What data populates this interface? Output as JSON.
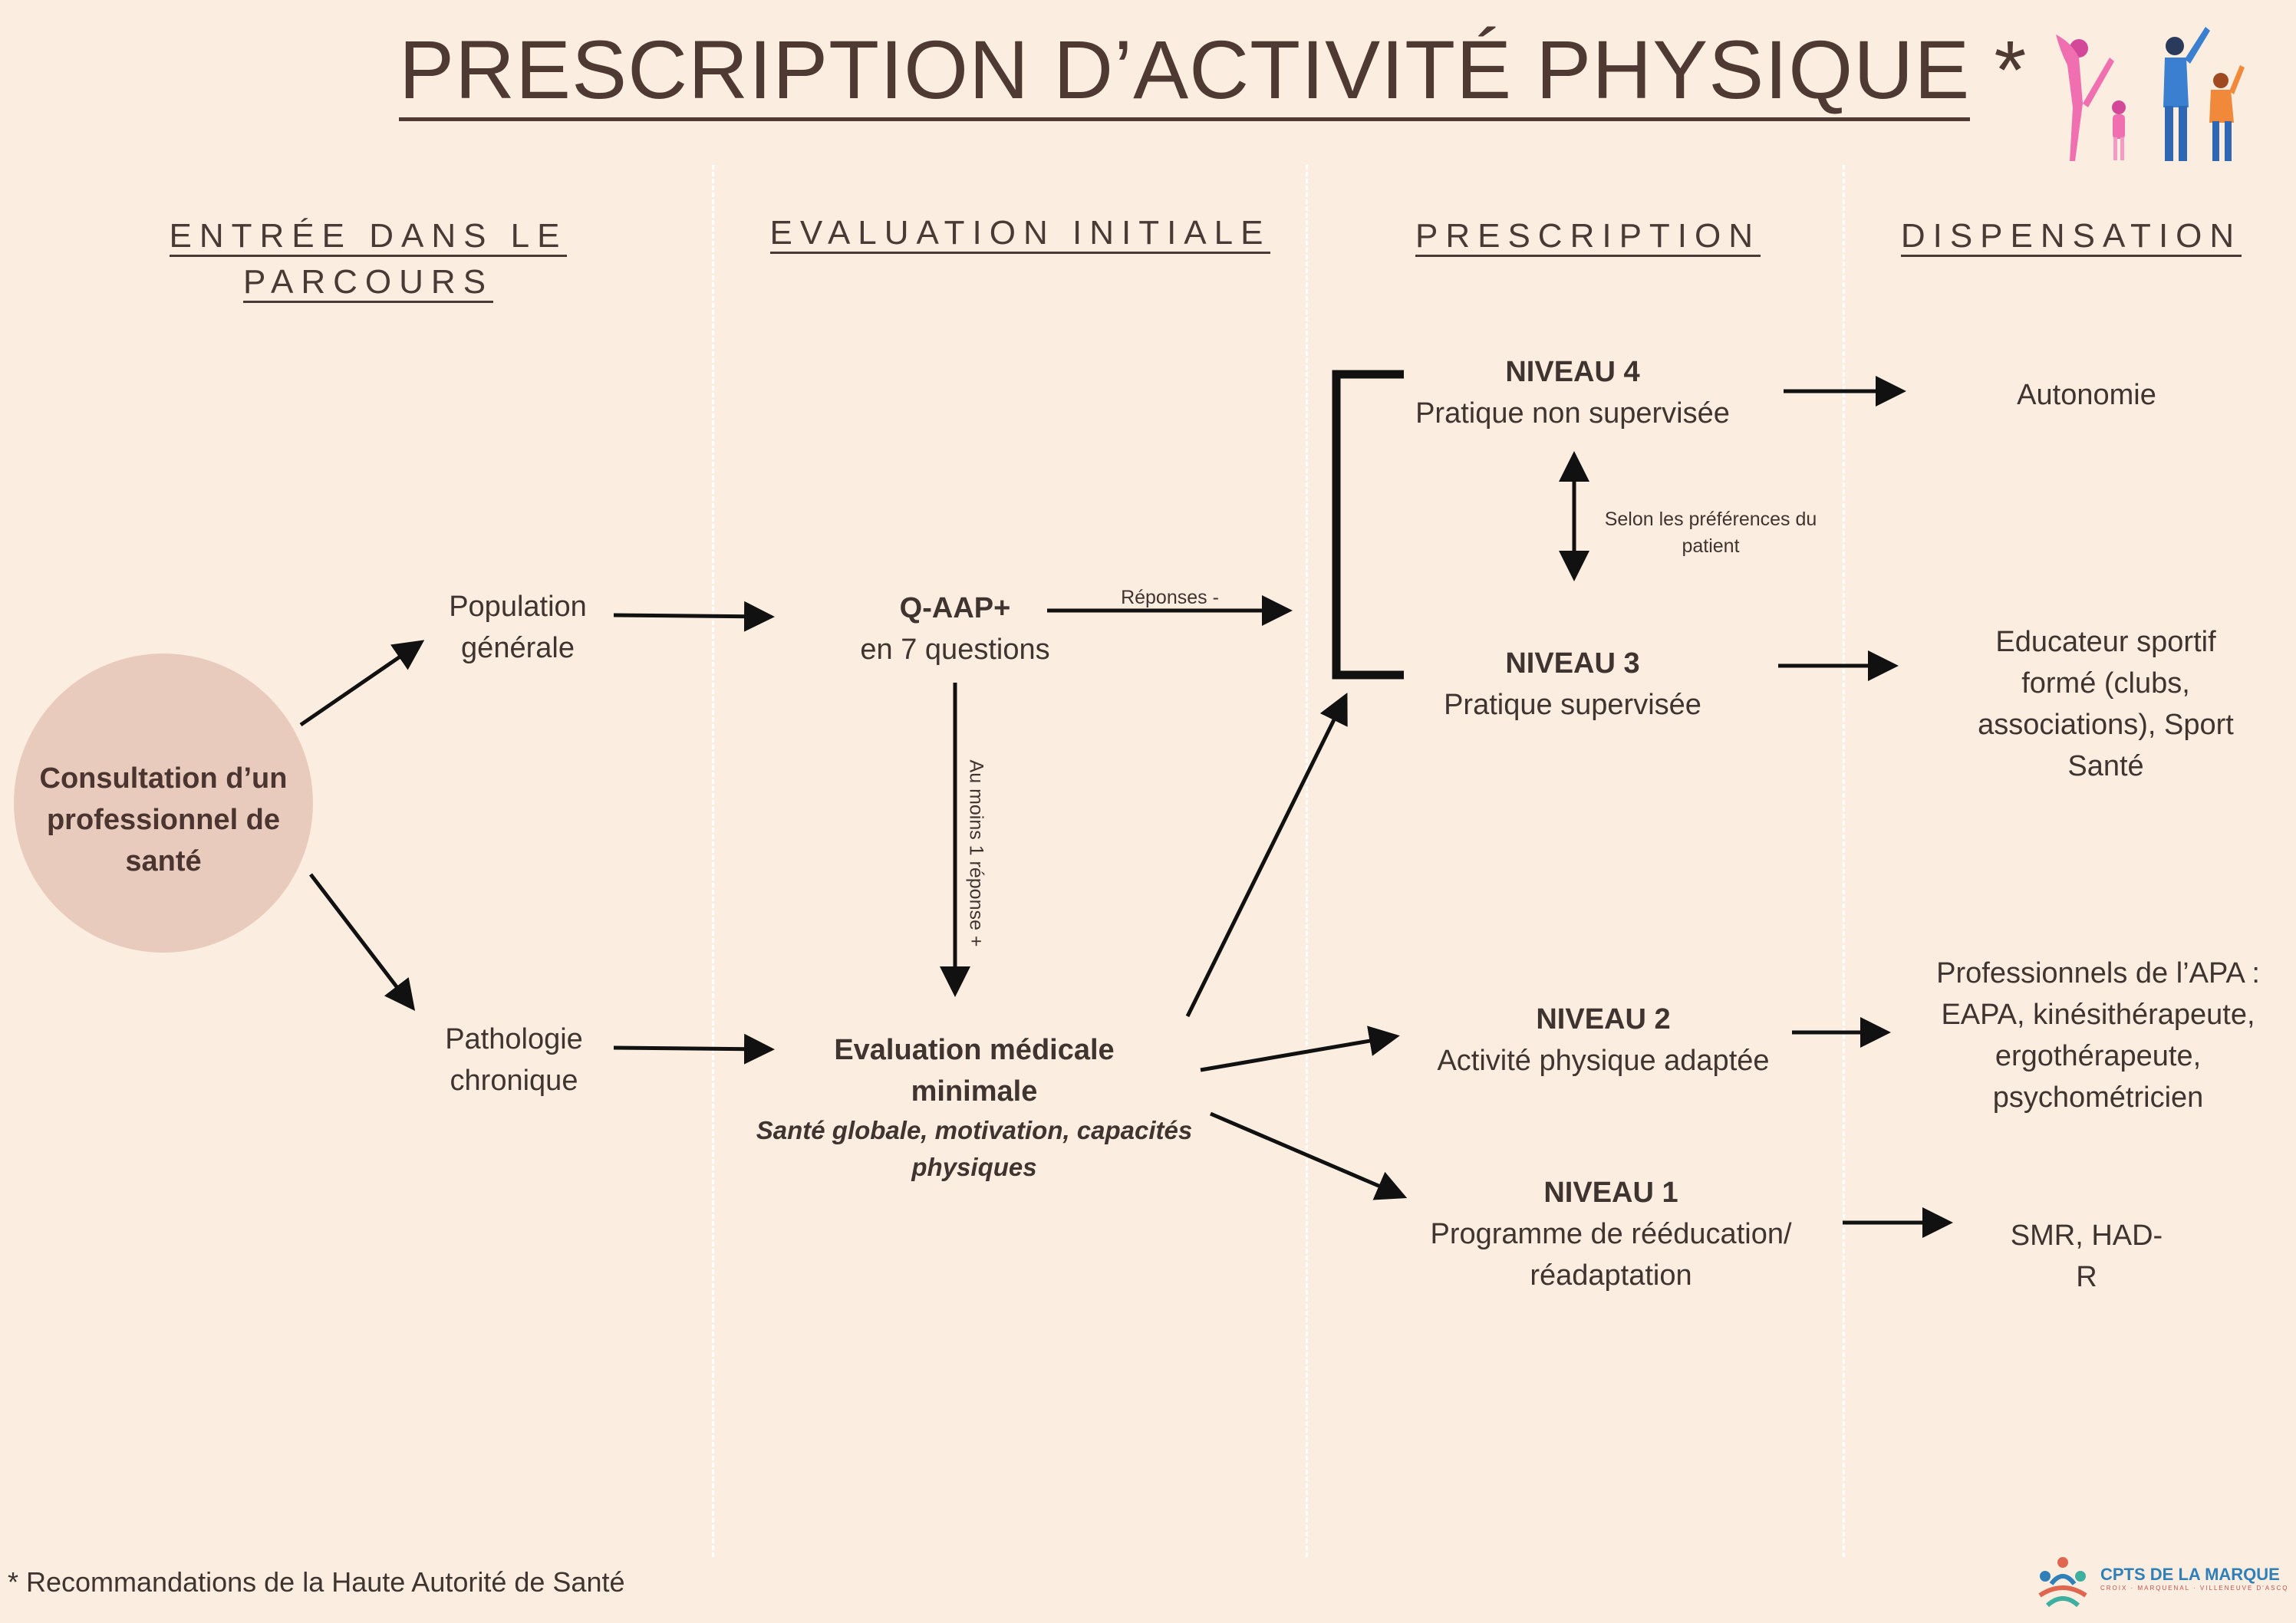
{
  "title": {
    "main": "PRESCRIPTION D’ACTIVITÉ PHYSIQUE",
    "star": "*"
  },
  "columns": {
    "entry_line1": "ENTRÉE DANS LE",
    "entry_line2": "PARCOURS",
    "evaluation": "EVALUATION INITIALE",
    "prescription": "PRESCRIPTION",
    "dispensation": "DISPENSATION"
  },
  "nodes": {
    "consultation": "Consultation d’un professionnel de santé",
    "population_l1": "Population",
    "population_l2": "générale",
    "pathologie_l1": "Pathologie",
    "pathologie_l2": "chronique",
    "qaap_title": "Q-AAP+",
    "qaap_sub": "en 7 questions",
    "eval_l1": "Evaluation médicale",
    "eval_l2": "minimale",
    "eval_sub_l1": "Santé globale, motivation, capacités",
    "eval_sub_l2": "physiques",
    "niveau4_title": "NIVEAU 4",
    "niveau4_sub": "Pratique non supervisée",
    "niveau3_title": "NIVEAU 3",
    "niveau3_sub": "Pratique supervisée",
    "niveau2_title": "NIVEAU 2",
    "niveau2_sub": "Activité physique adaptée",
    "niveau1_title": "NIVEAU 1",
    "niveau1_sub_l1": "Programme de rééducation/",
    "niveau1_sub_l2": "réadaptation",
    "disp_autonomie": "Autonomie",
    "disp_educ_l1": "Educateur sportif",
    "disp_educ_l2": "formé (clubs,",
    "disp_educ_l3": "associations), Sport",
    "disp_educ_l4": "Santé",
    "disp_apa_l1": "Professionnels de l’APA :",
    "disp_apa_l2": "EAPA, kinésithérapeute,",
    "disp_apa_l3": "ergothérapeute,",
    "disp_apa_l4": "psychométricien",
    "disp_smr_l1": "SMR, HAD-",
    "disp_smr_l2": "R"
  },
  "edge_labels": {
    "reponses_moins": "Réponses -",
    "au_moins_une": "Au moins 1 réponse +",
    "preferences_l1": "Selon les préférences du",
    "preferences_l2": "patient"
  },
  "footer": "* Recommandations de la Haute Autorité de Santé",
  "logo": {
    "name": "CPTS DE LA MARQUE",
    "sub": "CROIX · MARQUENAL · VILLENEUVE D'ASCQ"
  },
  "colors": {
    "background": "#fbeee1",
    "circle": "#e9cbbd",
    "text": "#3f3430",
    "logo_blue": "#2f7fb8"
  }
}
